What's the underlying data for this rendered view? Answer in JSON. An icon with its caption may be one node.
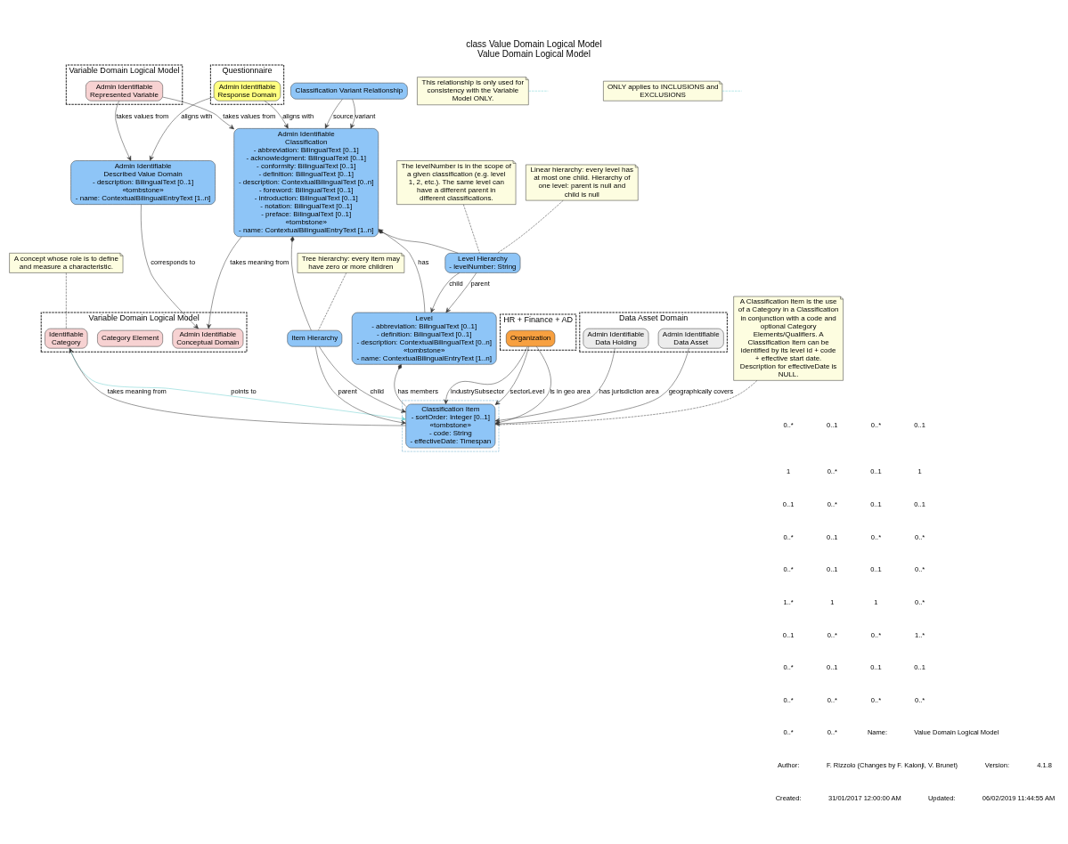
{
  "diagram": {
    "title": "Value Domain Logical Model",
    "caption": "class Value Domain Logical Model",
    "nodes": [
      {
        "text": [
          "Variable Domain Logical Model"
        ]
      },
      {
        "text": [
          "Admin Identifiable",
          "Represented Variable"
        ],
        "in": 0
      },
      {
        "text": [
          "Admin Identifiable",
          "Described Value Domain",
          "- description: BilingualText [0..1]",
          "«tombstone»",
          "- name: ContextualBilingualEntryText [1..n]"
        ]
      },
      {
        "text": [
          "Variable Domain Logical Model"
        ]
      },
      {
        "text": [
          "Admin Identifiable",
          "Conceptual Domain"
        ],
        "in": 3
      },
      {
        "text": [
          "Category Element"
        ],
        "in": 3
      },
      {
        "text": [
          "Identifiable",
          "Category"
        ],
        "in": 3
      },
      {
        "text": [
          "Questionnaire"
        ]
      },
      {
        "text": [
          "Admin Identifiable",
          "Response Domain"
        ],
        "in": 7
      },
      {
        "text": [
          "Classification Variant Relationship"
        ]
      },
      {
        "text": [
          "Linear hierarchy: every level has at most one child. Hierarchy of one level: parent is null and child is null"
        ]
      },
      {
        "text": [
          "Level Hierarchy",
          "- levelNumber: String"
        ]
      },
      {
        "text": [
          "Admin Identifiable",
          "Classification",
          "- abbreviation: BilingualText [0..1]",
          "- acknowledgment: BilingualText [0..1]",
          "- conformity: BilingualText [0..1]",
          "- definition: BilingualText [0..1]",
          "- description: ContextualBilingualText [0..n]",
          "- foreword: BilingualText [0..1]",
          "- introduction: BilingualText [0..1]",
          "- notation: BilingualText [0..1]",
          "- preface: BilingualText [0..1]",
          "«tombstone»",
          "- name: ContextualBilingualEntryText [1..n]"
        ]
      },
      {
        "text": [
          "This relationship is only used for consistency with the Variable Model ONLY."
        ]
      },
      {
        "text": [
          "ONLY applies to INCLUSIONS and EXCLUSIONS"
        ]
      },
      {
        "text": [
          "Item Hierarchy"
        ]
      },
      {
        "text": [
          "The levelNumber is in the scope of a given classification (e.g. level 1, 2, etc.). The same level can have a different parent in different classifications."
        ]
      },
      {
        "text": [
          "Tree hierarchy: every item may have zero or more children"
        ]
      },
      {
        "text": [
          "A concept whose role is to define and measure a characteristic."
        ]
      },
      {
        "text": [
          "Level",
          "- abbreviation: BilingualText [0..1]",
          "- definition: BilingualText [0..1]",
          "- description: ContextualBilingualText [0..n]",
          "«tombstone»",
          "- name: ContextualBilingualEntryText [1..n]"
        ]
      },
      {
        "text": [],
        "shape": "box"
      },
      {
        "text": [
          "Classification Item",
          "- sortOrder: Integer [0..1]",
          "«tombstone»",
          "- code: String",
          "- effectiveDate: Timespan"
        ],
        "in": 20
      },
      {
        "text": [
          "HR + Finance + AD"
        ]
      },
      {
        "text": [
          "Organization"
        ],
        "in": 22
      },
      {
        "text": [
          "Data Asset Domain"
        ]
      },
      {
        "text": [
          "Admin Identifiable",
          "Data Holding"
        ],
        "in": 24
      },
      {
        "text": [
          "Admin Identifiable",
          "Data Asset"
        ],
        "in": 24
      },
      {
        "text": [
          "A Classification Item is the use of a Category in a Classification in conjunction with a code and optional Category Elements/Qualifiers. A Classification Item can be identified by its level id + code + effective start date. Description for effectiveDate is NULL."
        ]
      }
    ],
    "edges": [
      {
        "from": 1,
        "to": 2,
        "arrow": "to",
        "label": "takes values from"
      },
      {
        "from": 2,
        "to": 4,
        "arrow": "to",
        "label": "corresponds to"
      },
      {
        "from": 1,
        "to": 12,
        "arrow": "to",
        "label": "takes values from"
      },
      {
        "from": 8,
        "to": 2,
        "arrow": "to",
        "label": "aligns with"
      },
      {
        "from": 8,
        "to": 12,
        "arrow": "to",
        "label": "aligns with"
      },
      {
        "from": 9,
        "to": 12,
        "arrow": "to",
        "label": "source"
      },
      {
        "from": 9,
        "to": 12,
        "arrow": "to",
        "label": "variant"
      },
      {
        "from": 12,
        "to": 4,
        "arrow": "to",
        "label": "takes meaning from"
      },
      {
        "from": 12,
        "to": 11,
        "arrow": "other"
      },
      {
        "from": 10,
        "to": 11,
        "arrow": "none",
        "style": "dashed"
      },
      {
        "from": 11,
        "to": 19,
        "arrow": "to",
        "label": "parent"
      },
      {
        "from": 11,
        "to": 19,
        "arrow": "to",
        "label": "child"
      },
      {
        "from": 16,
        "to": 11,
        "arrow": "none",
        "style": "dashed"
      },
      {
        "from": 19,
        "to": 12,
        "arrow": "to",
        "label": "has"
      },
      {
        "from": 12,
        "to": 15,
        "arrow": "other"
      },
      {
        "from": 17,
        "to": 15,
        "arrow": "none",
        "style": "dashed"
      },
      {
        "from": 15,
        "to": 21,
        "arrow": "to",
        "label": "child"
      },
      {
        "from": 15,
        "to": 21,
        "arrow": "to",
        "label": "parent"
      },
      {
        "from": 6,
        "to": 21,
        "arrow": "to",
        "label": "points to",
        "color": "#66cccc"
      },
      {
        "from": 21,
        "to": 6,
        "arrow": "to",
        "label": "takes meaning from"
      },
      {
        "from": 13,
        "to": null,
        "arrow": "none",
        "style": "dashed",
        "color": "#66cccc"
      },
      {
        "from": 14,
        "to": null,
        "arrow": "none",
        "style": "dashed",
        "color": "#66cccc"
      },
      {
        "from": 18,
        "to": 6,
        "arrow": "none",
        "style": "dashed"
      },
      {
        "from": 19,
        "to": 21,
        "arrow": "other",
        "label": "has members"
      },
      {
        "from": 25,
        "to": 21,
        "arrow": "to",
        "label": "has jurisdiction area"
      },
      {
        "from": 26,
        "to": 21,
        "arrow": "to",
        "label": "geographically covers"
      },
      {
        "from": 23,
        "to": 21,
        "arrow": "to",
        "label": "industrySubsector"
      },
      {
        "from": 23,
        "to": 21,
        "arrow": "to",
        "label": "sectorLevel"
      },
      {
        "from": 23,
        "to": 21,
        "arrow": "to",
        "label": "is in geo area"
      },
      {
        "from": 27,
        "to": 21,
        "arrow": "none",
        "style": "dashed"
      }
    ],
    "labels": [
      "0..*",
      "0..1",
      "0..*",
      "0..1",
      "1",
      "0..*",
      "0..1",
      "1",
      "0..1",
      "0..*",
      "0..1",
      "0..1",
      "0..*",
      "0..1",
      "0..*",
      "0..*",
      "0..*",
      "0..1",
      "0..1",
      "0..*",
      "1..*",
      "1",
      "1",
      "0..*",
      "0..1",
      "0..*",
      "0..*",
      "1..*",
      "0..*",
      "0..1",
      "0..1",
      "0..1",
      "0..*",
      "0..*",
      "0..*",
      "0..*",
      "0..*",
      "0..*",
      "Name:",
      "Value Domain Logical Model",
      "Author:",
      "F. Rizzolo (Changes by F. Kalonji, V. Brunet)",
      "Version:",
      "4.1.8",
      "Created:",
      "31/01/2017 12:00:00 AM",
      "Updated:",
      "06/02/2019 11:44:55 AM"
    ]
  }
}
